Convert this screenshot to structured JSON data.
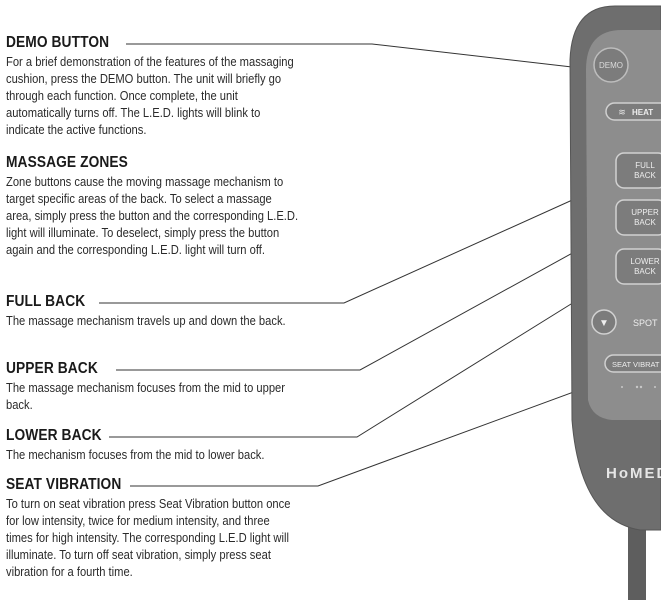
{
  "sections": [
    {
      "heading": "DEMO BUTTON",
      "body": "For a brief demonstration of the features of the massaging cushion, press the DEMO button. The unit will briefly go through each function. Once complete, the unit automatically turns off. The L.E.D. lights will blink to indicate the active functions."
    },
    {
      "heading": "MASSAGE ZONES",
      "body": "Zone buttons cause the moving massage mechanism to target specific areas of the back. To select a massage area, simply press the button and the corresponding L.E.D. light will illuminate. To deselect, simply press the button again and the corresponding L.E.D. light will turn off."
    },
    {
      "heading": "FULL BACK",
      "body": "The massage mechanism travels up and down the back."
    },
    {
      "heading": "UPPER BACK",
      "body": "The massage mechanism focuses from the mid to upper back."
    },
    {
      "heading": "LOWER BACK",
      "body": "The mechanism focuses from the mid to lower back."
    },
    {
      "heading": "SEAT VIBRATION",
      "body": "To turn on seat vibration press Seat Vibration button once for low intensity, twice for medium intensity, and three times for high intensity. The corresponding L.E.D light will illuminate. To turn off seat vibration, simply press seat vibration for a fourth time."
    }
  ],
  "remote": {
    "demo_label": "DEMO",
    "heat_label": "HEAT",
    "full_back_line1": "FULL",
    "full_back_line2": "BACK",
    "upper_back_line1": "UPPER",
    "upper_back_line2": "BACK",
    "lower_back_line1": "LOWER",
    "lower_back_line2": "BACK",
    "spot_label": "SPOT",
    "seat_vibration_label": "SEAT VIBRAT",
    "brand": "HoMEDi",
    "colors": {
      "body": "#6e6e6e",
      "panel": "#8d8d8d",
      "button": "#7c7c7c",
      "button_border": "#c8c8c8",
      "label": "#eeeeee"
    }
  }
}
